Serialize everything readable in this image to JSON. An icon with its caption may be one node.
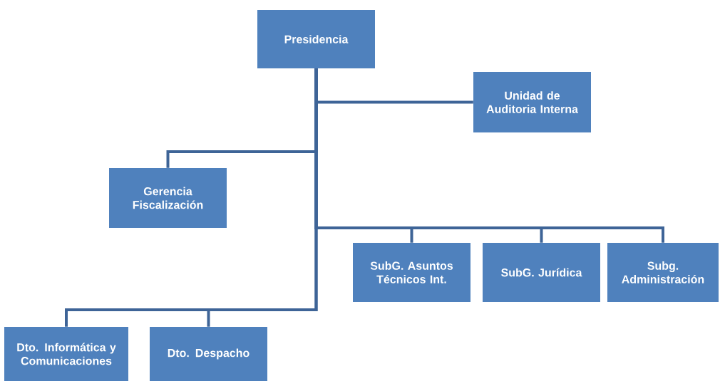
{
  "diagram": {
    "nodes": [
      {
        "text": [
          "Presidencia"
        ]
      },
      {
        "text": [
          "Unidad de Auditoria Interna"
        ]
      },
      {
        "text": [
          "Gerencia Fiscalización"
        ]
      },
      {
        "text": [
          "SubG. Asuntos Técnicos Int."
        ]
      },
      {
        "text": [
          "SubG. Jurídica"
        ]
      },
      {
        "text": [
          "Subg. Administración"
        ]
      },
      {
        "text": [
          "Dto. Informática y Comunicaciones"
        ]
      },
      {
        "text": [
          "Dto. Despacho"
        ]
      }
    ],
    "edges": [
      {
        "from": 0,
        "to": 1,
        "arrow": "none"
      },
      {
        "from": 0,
        "to": 2,
        "arrow": "none"
      },
      {
        "from": 0,
        "to": 3,
        "arrow": "none"
      },
      {
        "from": 0,
        "to": 4,
        "arrow": "none"
      },
      {
        "from": 0,
        "to": 5,
        "arrow": "none"
      },
      {
        "from": 0,
        "to": 6,
        "arrow": "none"
      },
      {
        "from": 0,
        "to": 7,
        "arrow": "none"
      }
    ]
  }
}
